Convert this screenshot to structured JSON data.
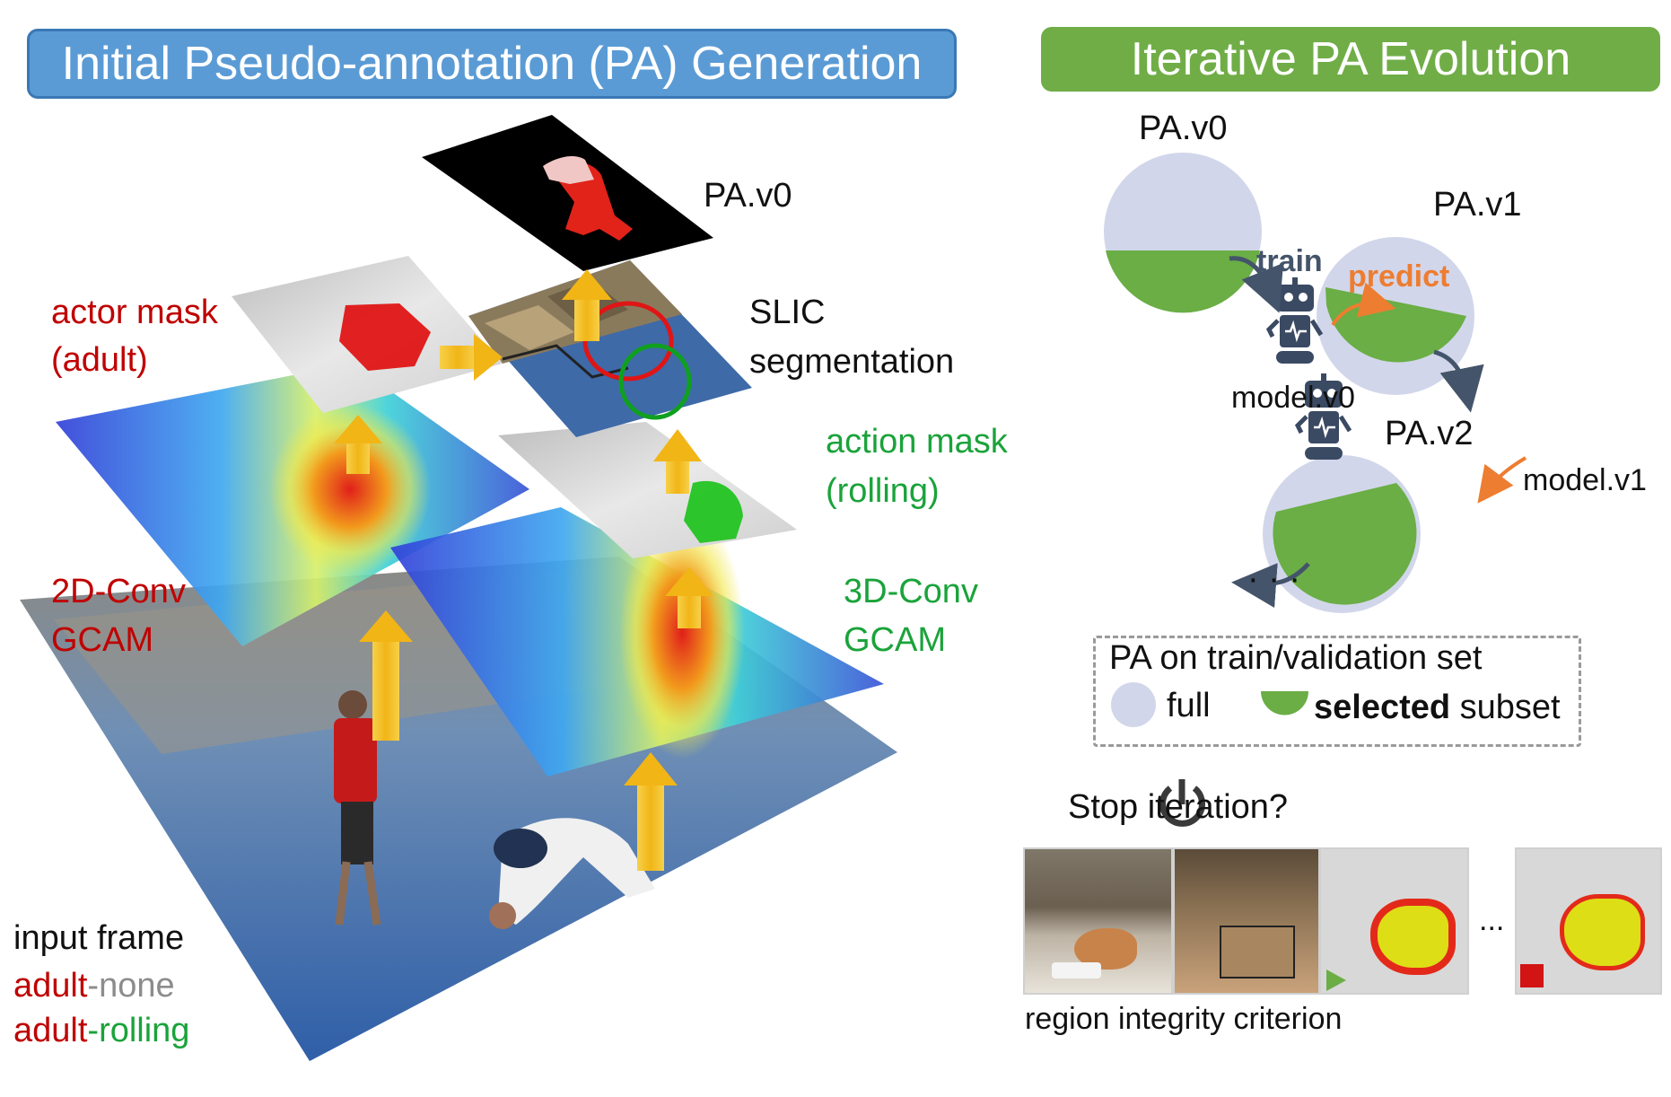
{
  "left_panel": {
    "title": "Initial Pseudo-annotation (PA) Generation",
    "pa_v0_label": "PA.v0",
    "actor_mask_label": "actor mask",
    "actor_mask_sub": "(adult)",
    "slic_label": "SLIC",
    "slic_sub": "segmentation",
    "action_mask_label": "action mask",
    "action_mask_sub": "(rolling)",
    "conv2d_label": "2D-Conv",
    "conv2d_sub": "GCAM",
    "conv3d_label": "3D-Conv",
    "conv3d_sub": "GCAM",
    "input_frame_label": "input frame",
    "pair1_actor": "adult",
    "pair1_sep": "-",
    "pair1_action": "none",
    "pair2_actor": "adult",
    "pair2_sep": "-",
    "pair2_action": "rolling"
  },
  "right_panel": {
    "title": "Iterative PA Evolution",
    "pa_v0": "PA.v0",
    "pa_v1": "PA.v1",
    "pa_v2": "PA.v2",
    "train": "train",
    "predict": "predict",
    "model_v0": "model.v0",
    "model_v1": "model.v1",
    "ellipsis": "· · ·",
    "legend_title": "PA on train/validation set",
    "legend_full": "full",
    "legend_selected_bold": "selected",
    "legend_selected_rest": " subset",
    "stop_label": "Stop iteration?",
    "thumb_ellipsis": "...",
    "criterion": "region integrity criterion"
  },
  "colors": {
    "blue_banner": "#5b9bd5",
    "green_banner": "#70ad47",
    "full_set": "#d2d6ea",
    "selected_subset": "#6aae45",
    "actor_red": "#c00000",
    "action_green": "#1aa33a",
    "predict_orange": "#ed7d31",
    "arrow_yellow": "#f5c518"
  },
  "icons": [
    "robot-icon",
    "power-icon",
    "play-icon",
    "stop-square-icon"
  ]
}
